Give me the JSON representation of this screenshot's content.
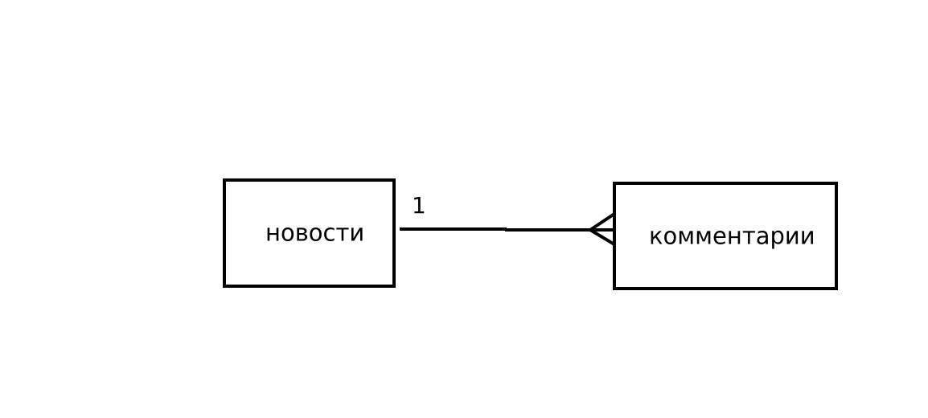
{
  "diagram": {
    "entities": {
      "news": {
        "label": "новости"
      },
      "comments": {
        "label": "комментарии"
      }
    },
    "relationship": {
      "source_cardinality": "1",
      "target_cardinality": "many (crow's foot)"
    }
  },
  "colors": {
    "stroke": "#000000",
    "background": "#ffffff"
  }
}
